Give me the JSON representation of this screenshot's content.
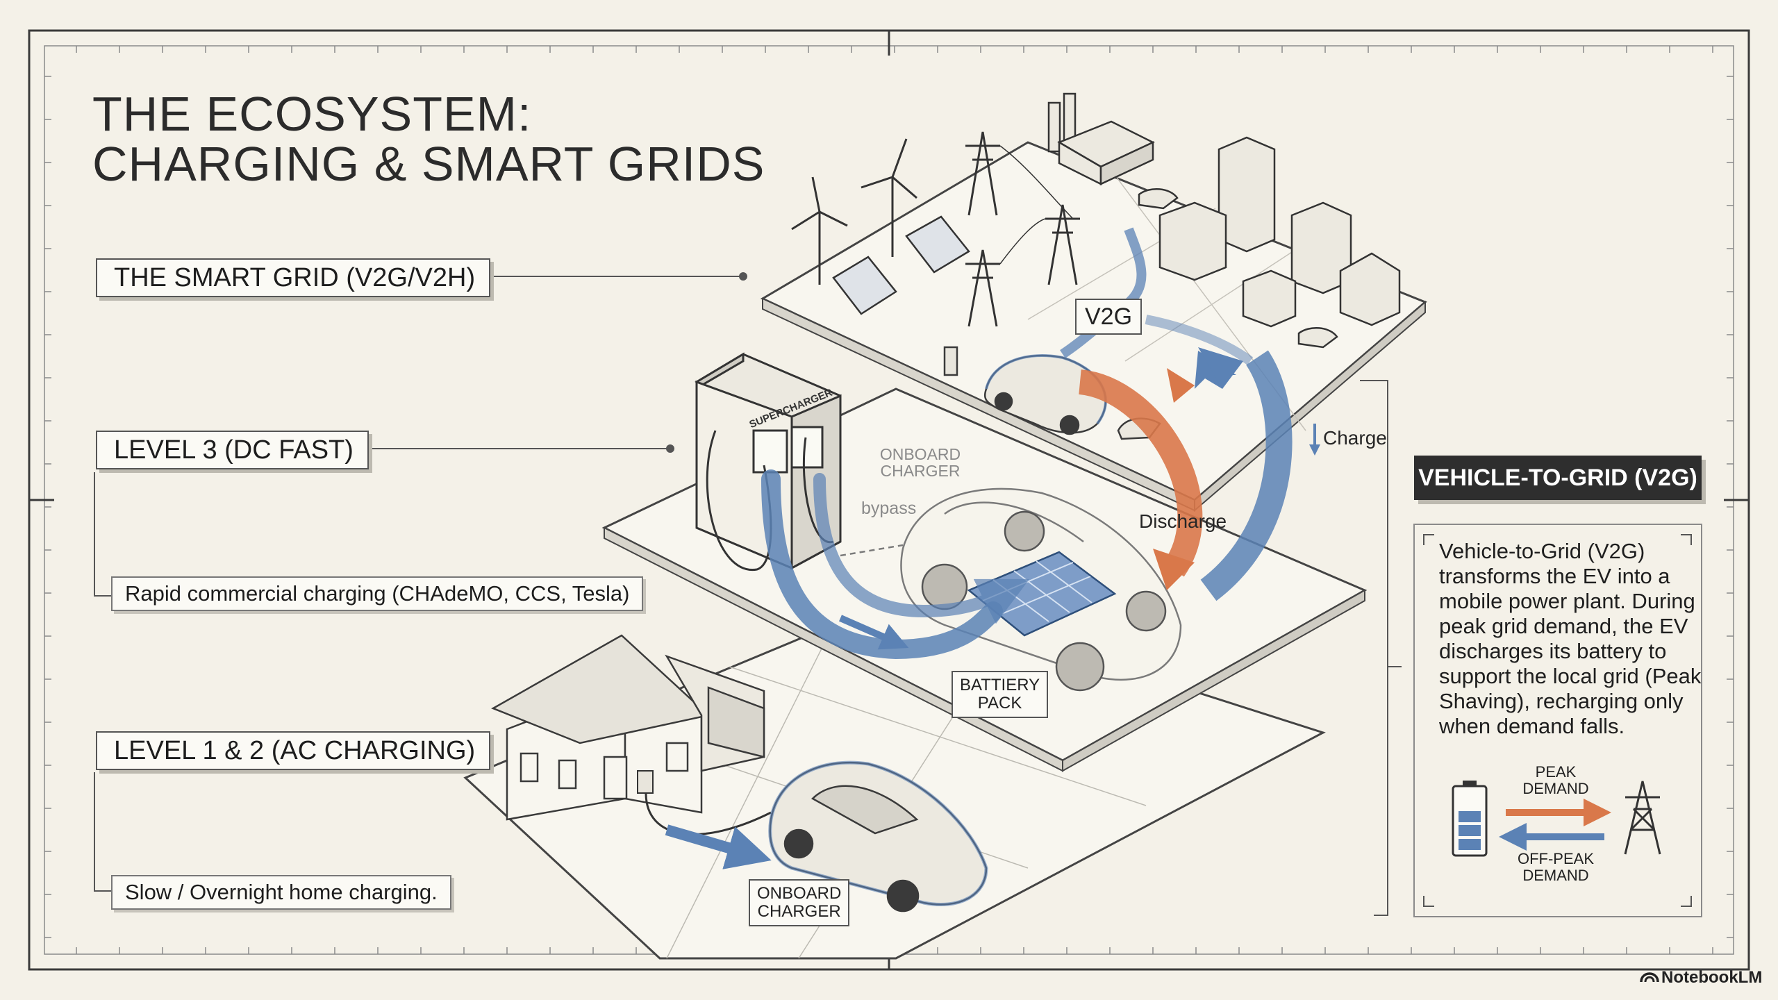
{
  "title": {
    "line1": "THE ECOSYSTEM:",
    "line2": "CHARGING & SMART GRIDS"
  },
  "levels": {
    "smart_grid": {
      "label": "THE SMART GRID (V2G/V2H)"
    },
    "level3": {
      "label": "LEVEL 3 (DC FAST)",
      "detail": "Rapid commercial charging (CHAdeMO, CCS, Tesla)"
    },
    "level12": {
      "label": "LEVEL 1 & 2 (AC CHARGING)",
      "detail": "Slow / Overnight home charging."
    }
  },
  "diagram_labels": {
    "v2g": "V2G",
    "charge": "Charge",
    "discharge": "Discharge",
    "onboard_charger_ghost_1": "ONBOARD",
    "onboard_charger_ghost_2": "CHARGER",
    "bypass": "bypass",
    "battery_pack_1": "BATTIERY",
    "battery_pack_2": "PACK",
    "onboard_charger_1": "ONBOARD",
    "onboard_charger_2": "CHARGER",
    "supercharger": "SUPERCHARGER"
  },
  "v2g_panel": {
    "heading": "VEHICLE-TO-GRID (V2G)",
    "description": "Vehicle-to-Grid (V2G) transforms the EV into a mobile power plant. During peak grid demand, the EV discharges its battery to support the local grid (Peak Shaving), recharging only when demand falls.",
    "peak_1": "PEAK",
    "peak_2": "DEMAND",
    "offpeak_1": "OFF-PEAK",
    "offpeak_2": "DEMAND"
  },
  "watermark": "NotebookLM",
  "colors": {
    "background": "#f4f1e8",
    "blue_flow": "#5b82b5",
    "orange_flow": "#d9784a",
    "ink": "#2b2b2b"
  }
}
